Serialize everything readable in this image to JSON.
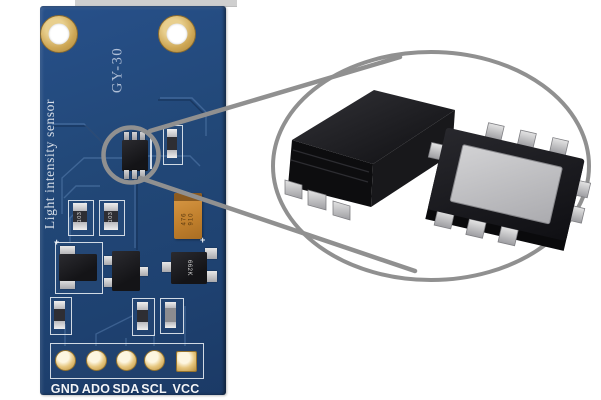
{
  "board": {
    "silkscreen_title": "Light intensity sensor",
    "model_label": "GY-30",
    "pin_labels": [
      "GND",
      "ADO",
      "SDA",
      "SCL",
      "VCC"
    ],
    "markings": {
      "resistor_top_left": "103",
      "resistor_top_mid": "103",
      "regulator": "662K",
      "capacitor_line1": "476",
      "capacitor_line2": "910",
      "polarity_plus": "+"
    },
    "colors": {
      "solder_mask": "#224878",
      "silkscreen": "#e9edf2",
      "pad_gold": "#d9b267",
      "component_black": "#1a1a1c"
    }
  },
  "callout": {
    "stroke_color": "#909090"
  },
  "magnified_view": {
    "chip_body_color": "#17171a",
    "chip_pin_color": "#c6c6c6",
    "sensor_window_color": "#c2c2c4"
  }
}
